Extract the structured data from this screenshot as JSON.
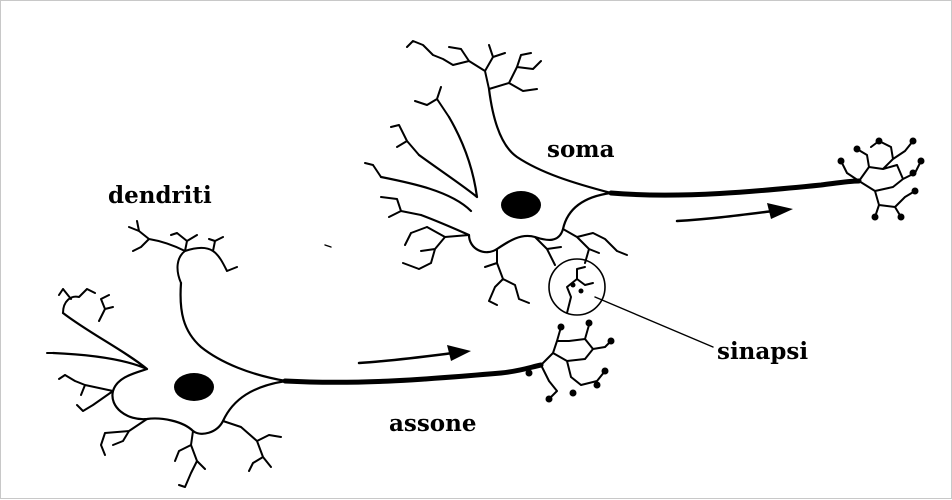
{
  "labels": {
    "dendriti": "dendriti",
    "soma": "soma",
    "sinapsi": "sinapsi",
    "assone": "assone"
  },
  "colors": {
    "ink": "#000000",
    "background": "#ffffff"
  }
}
